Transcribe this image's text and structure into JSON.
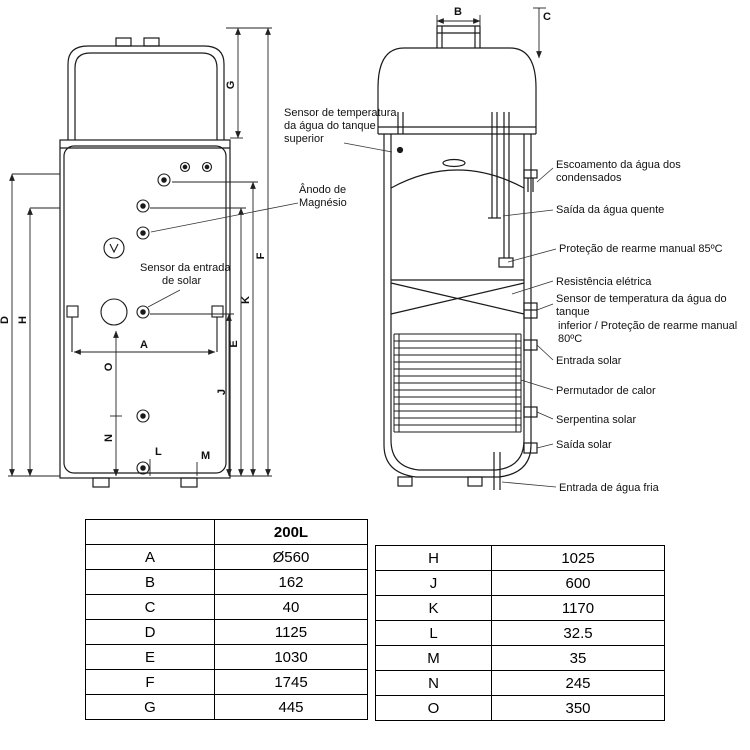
{
  "figure": {
    "dim_labels": {
      "A": "A",
      "B": "B",
      "C": "C",
      "D": "D",
      "E": "E",
      "F": "F",
      "G": "G",
      "H": "H",
      "J": "J",
      "K": "K",
      "L": "L",
      "M": "M",
      "N": "N",
      "O": "O"
    },
    "callouts": {
      "sensor_superior": {
        "lines": [
          "Sensor de temperatura",
          "da água do tanque",
          "superior"
        ]
      },
      "anodo": {
        "lines": [
          "Ânodo de",
          "Magnésio"
        ]
      },
      "sensor_entrada_solar": {
        "lines": [
          "Sensor da entrada",
          "de solar"
        ]
      },
      "escoamento": {
        "lines": [
          "Escoamento da água dos",
          "condensados"
        ]
      },
      "saida_quente": {
        "lines": [
          "Saída da água quente"
        ]
      },
      "protecao_85": {
        "lines": [
          "Proteção de rearme manual 85ºC"
        ]
      },
      "resistencia": {
        "lines": [
          "Resistência elétrica"
        ]
      },
      "sensor_inferior": {
        "lines": [
          "Sensor de temperatura da água do",
          "tanque",
          "inferior / Proteção de rearme manual",
          "80ºC"
        ]
      },
      "entrada_solar": {
        "lines": [
          "Entrada solar"
        ]
      },
      "permutador": {
        "lines": [
          "Permutador de calor"
        ]
      },
      "serpentina": {
        "lines": [
          "Serpentina solar"
        ]
      },
      "saida_solar": {
        "lines": [
          "Saída solar"
        ]
      },
      "entrada_fria": {
        "lines": [
          "Entrada de água fria"
        ]
      }
    }
  },
  "tables": {
    "left": {
      "header": "200L",
      "rows": [
        {
          "key": "A",
          "value": "Ø560"
        },
        {
          "key": "B",
          "value": "162"
        },
        {
          "key": "C",
          "value": "40"
        },
        {
          "key": "D",
          "value": "1125"
        },
        {
          "key": "E",
          "value": "1030"
        },
        {
          "key": "F",
          "value": "1745"
        },
        {
          "key": "G",
          "value": "445"
        }
      ]
    },
    "right": {
      "rows": [
        {
          "key": "H",
          "value": "1025"
        },
        {
          "key": "J",
          "value": "600"
        },
        {
          "key": "K",
          "value": "1170"
        },
        {
          "key": "L",
          "value": "32.5"
        },
        {
          "key": "M",
          "value": "35"
        },
        {
          "key": "N",
          "value": "245"
        },
        {
          "key": "O",
          "value": "350"
        }
      ]
    }
  }
}
